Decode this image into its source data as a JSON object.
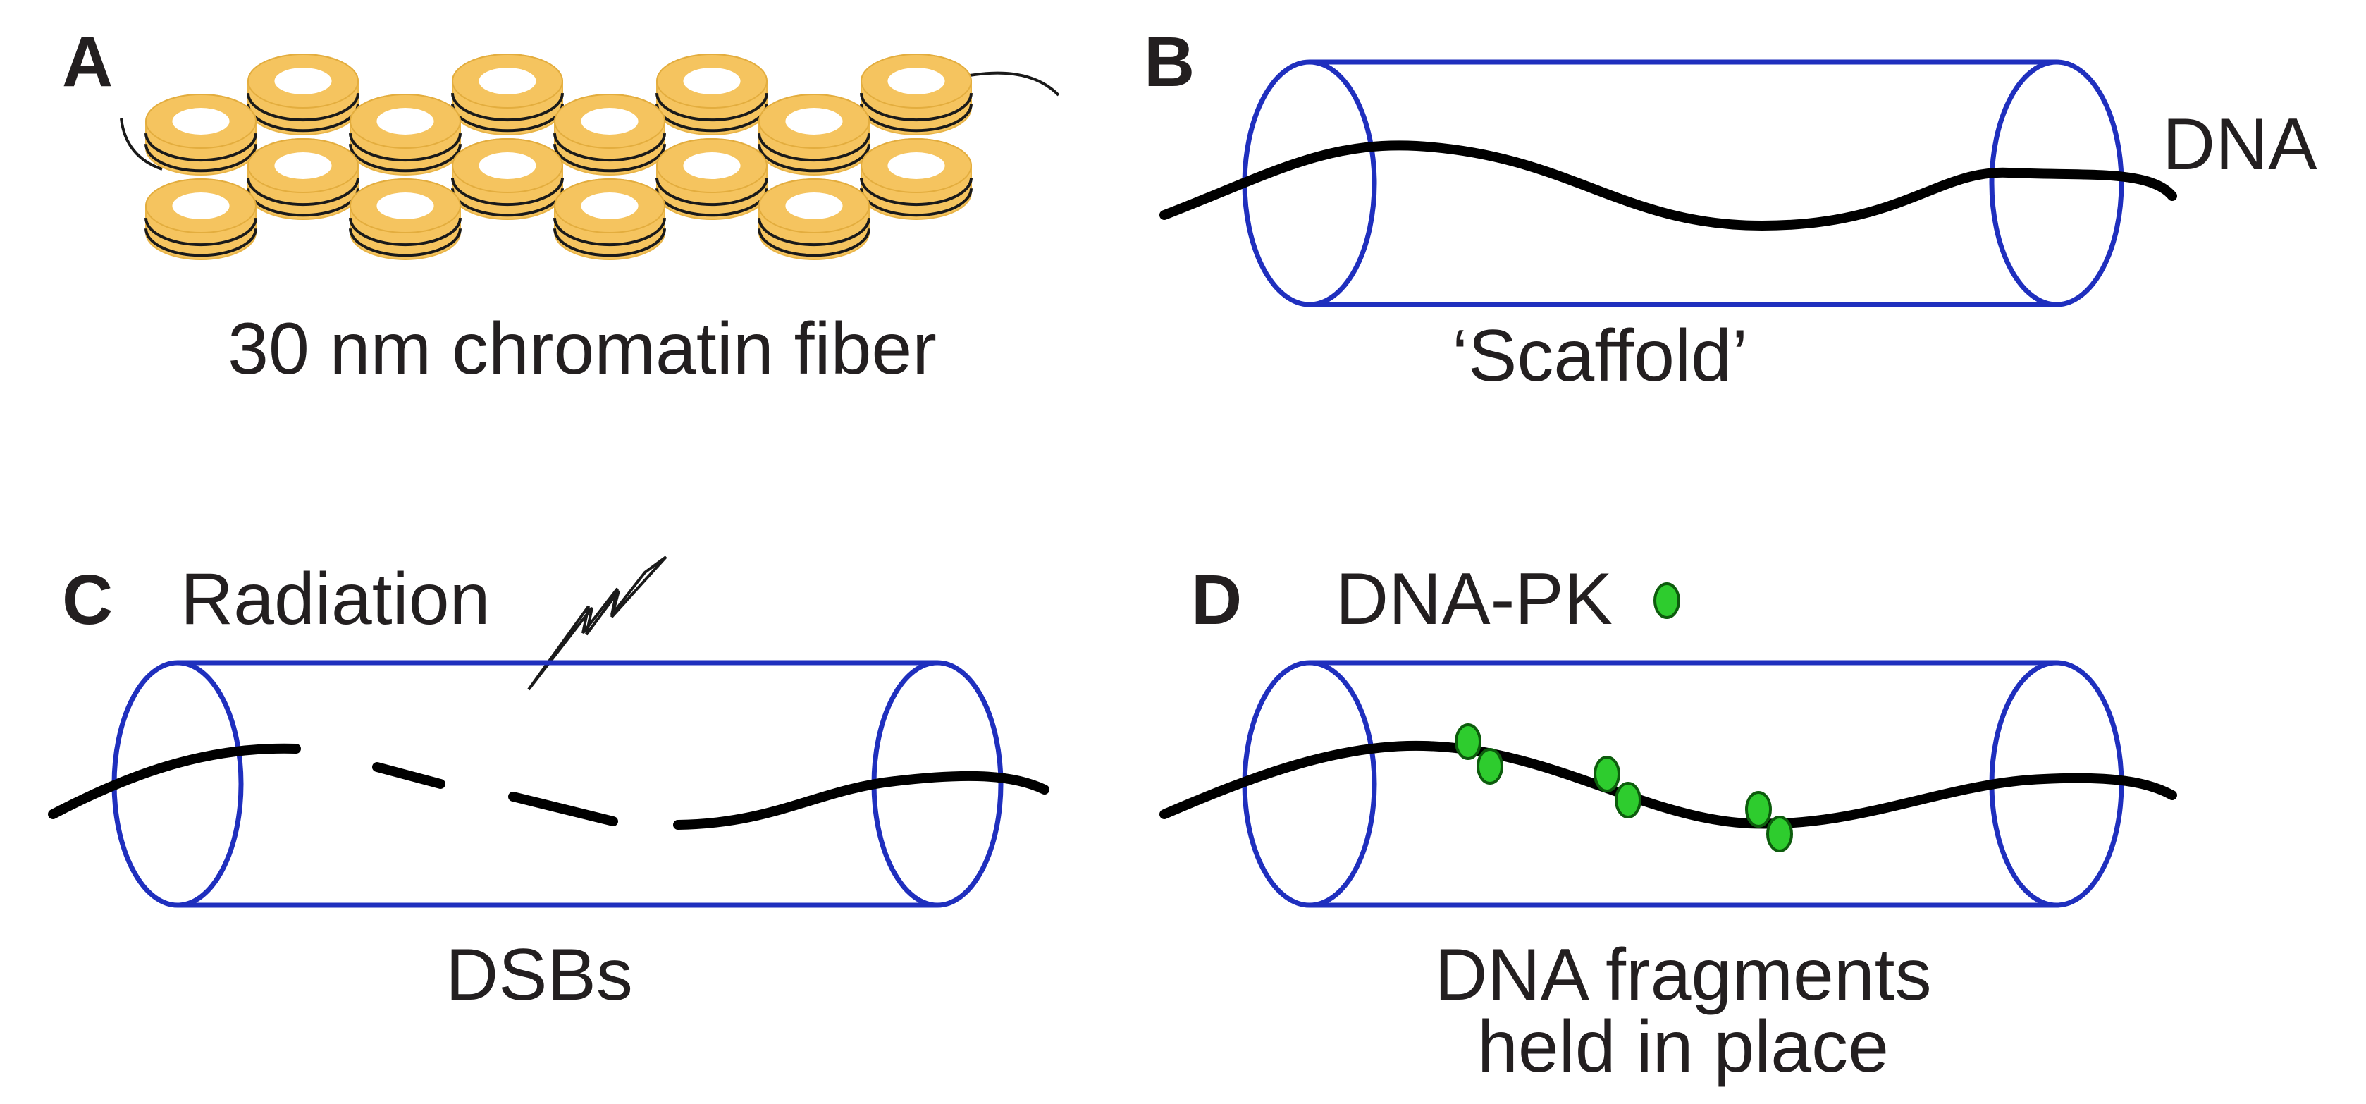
{
  "panels": {
    "A": {
      "letter": "A",
      "caption": "30 nm chromatin fiber"
    },
    "B": {
      "letter": "B",
      "caption": "‘Scaffold’",
      "dna_label": "DNA"
    },
    "C": {
      "letter": "C",
      "caption": "DSBs",
      "radiation_label": "Radiation"
    },
    "D": {
      "letter": "D",
      "caption_line1": "DNA fragments",
      "caption_line2": "held in place",
      "legend_label": "DNA-PK"
    }
  },
  "colors": {
    "scaffold": "#1f2fbe",
    "dna": "#000000",
    "nucleosome": "#f5c45f",
    "dna_pk": "#2ecc2e"
  }
}
